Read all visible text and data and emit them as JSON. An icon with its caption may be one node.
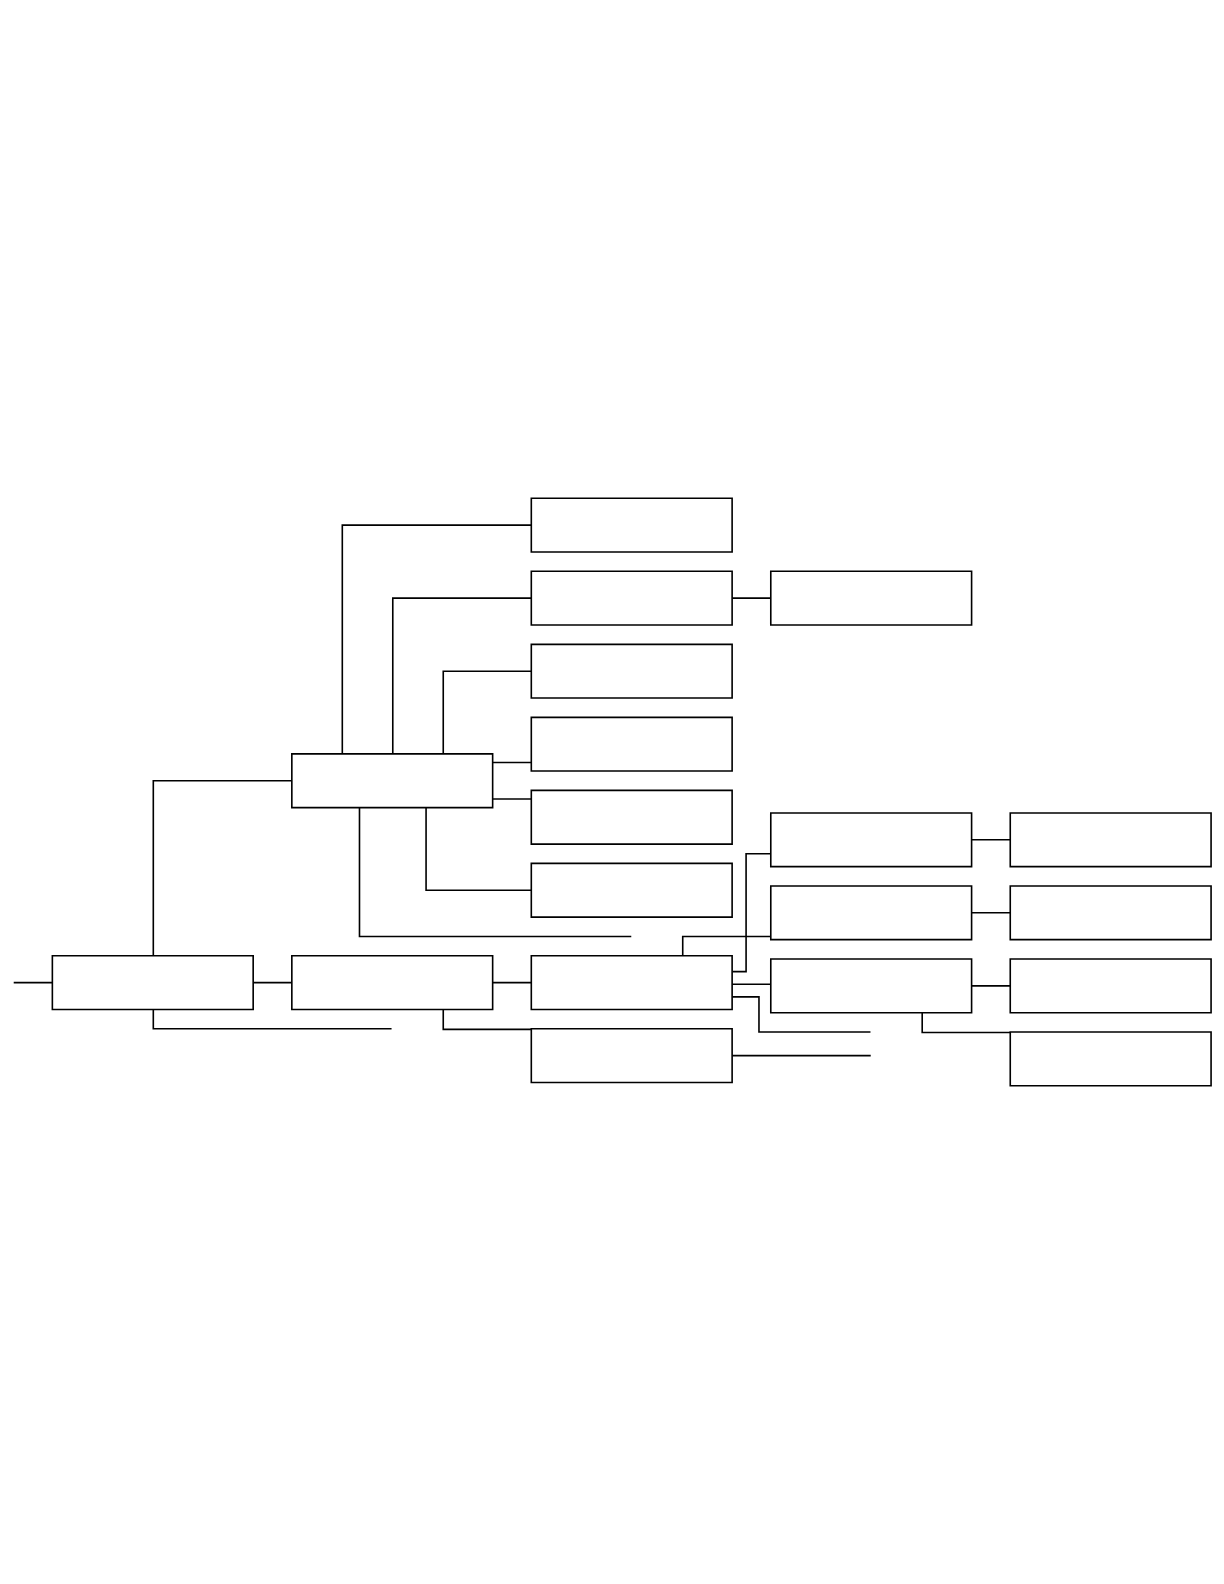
{
  "diagram": {
    "nodes": [
      {
        "text": [],
        "shape": "box"
      },
      {
        "text": [],
        "shape": "box"
      },
      {
        "text": [],
        "shape": "box"
      },
      {
        "text": [],
        "shape": "box"
      },
      {
        "text": [],
        "shape": "box"
      },
      {
        "text": [],
        "shape": "box"
      },
      {
        "text": [],
        "shape": "box"
      },
      {
        "text": [],
        "shape": "box"
      },
      {
        "text": [],
        "shape": "box"
      },
      {
        "text": [],
        "shape": "box"
      },
      {
        "text": [],
        "shape": "box"
      },
      {
        "text": [],
        "shape": "box"
      },
      {
        "text": [],
        "shape": "box"
      },
      {
        "text": [],
        "shape": "box"
      },
      {
        "text": [],
        "shape": "box"
      },
      {
        "text": [],
        "shape": "box"
      },
      {
        "text": [],
        "shape": "box"
      },
      {
        "text": [],
        "shape": "box"
      },
      {
        "text": [],
        "shape": "box"
      }
    ],
    "edges": [
      {
        "from": null,
        "to": 0,
        "arrow": "none"
      },
      {
        "from": 0,
        "to": null,
        "arrow": "none"
      },
      {
        "from": 0,
        "to": 1,
        "arrow": "none"
      },
      {
        "from": 0,
        "to": 2,
        "arrow": "none"
      },
      {
        "from": 1,
        "to": 3,
        "arrow": "none"
      },
      {
        "from": 1,
        "to": 4,
        "arrow": "none"
      },
      {
        "from": 4,
        "to": 5,
        "arrow": "none"
      },
      {
        "from": 1,
        "to": 6,
        "arrow": "none"
      },
      {
        "from": 1,
        "to": 7,
        "arrow": "none"
      },
      {
        "from": 1,
        "to": 8,
        "arrow": "none"
      },
      {
        "from": 1,
        "to": 9,
        "arrow": "none"
      },
      {
        "from": 1,
        "to": null,
        "arrow": "none"
      },
      {
        "from": 2,
        "to": 10,
        "arrow": "none"
      },
      {
        "from": 10,
        "to": 11,
        "arrow": "none"
      },
      {
        "from": 11,
        "to": 12,
        "arrow": "none"
      },
      {
        "from": 10,
        "to": 13,
        "arrow": "none"
      },
      {
        "from": 13,
        "to": 14,
        "arrow": "none"
      },
      {
        "from": 10,
        "to": 15,
        "arrow": "none"
      },
      {
        "from": 15,
        "to": 16,
        "arrow": "none"
      },
      {
        "from": 15,
        "to": 17,
        "arrow": "none"
      },
      {
        "from": 10,
        "to": null,
        "arrow": "none"
      },
      {
        "from": 2,
        "to": 18,
        "arrow": "none"
      },
      {
        "from": 18,
        "to": null,
        "arrow": "none"
      }
    ]
  }
}
